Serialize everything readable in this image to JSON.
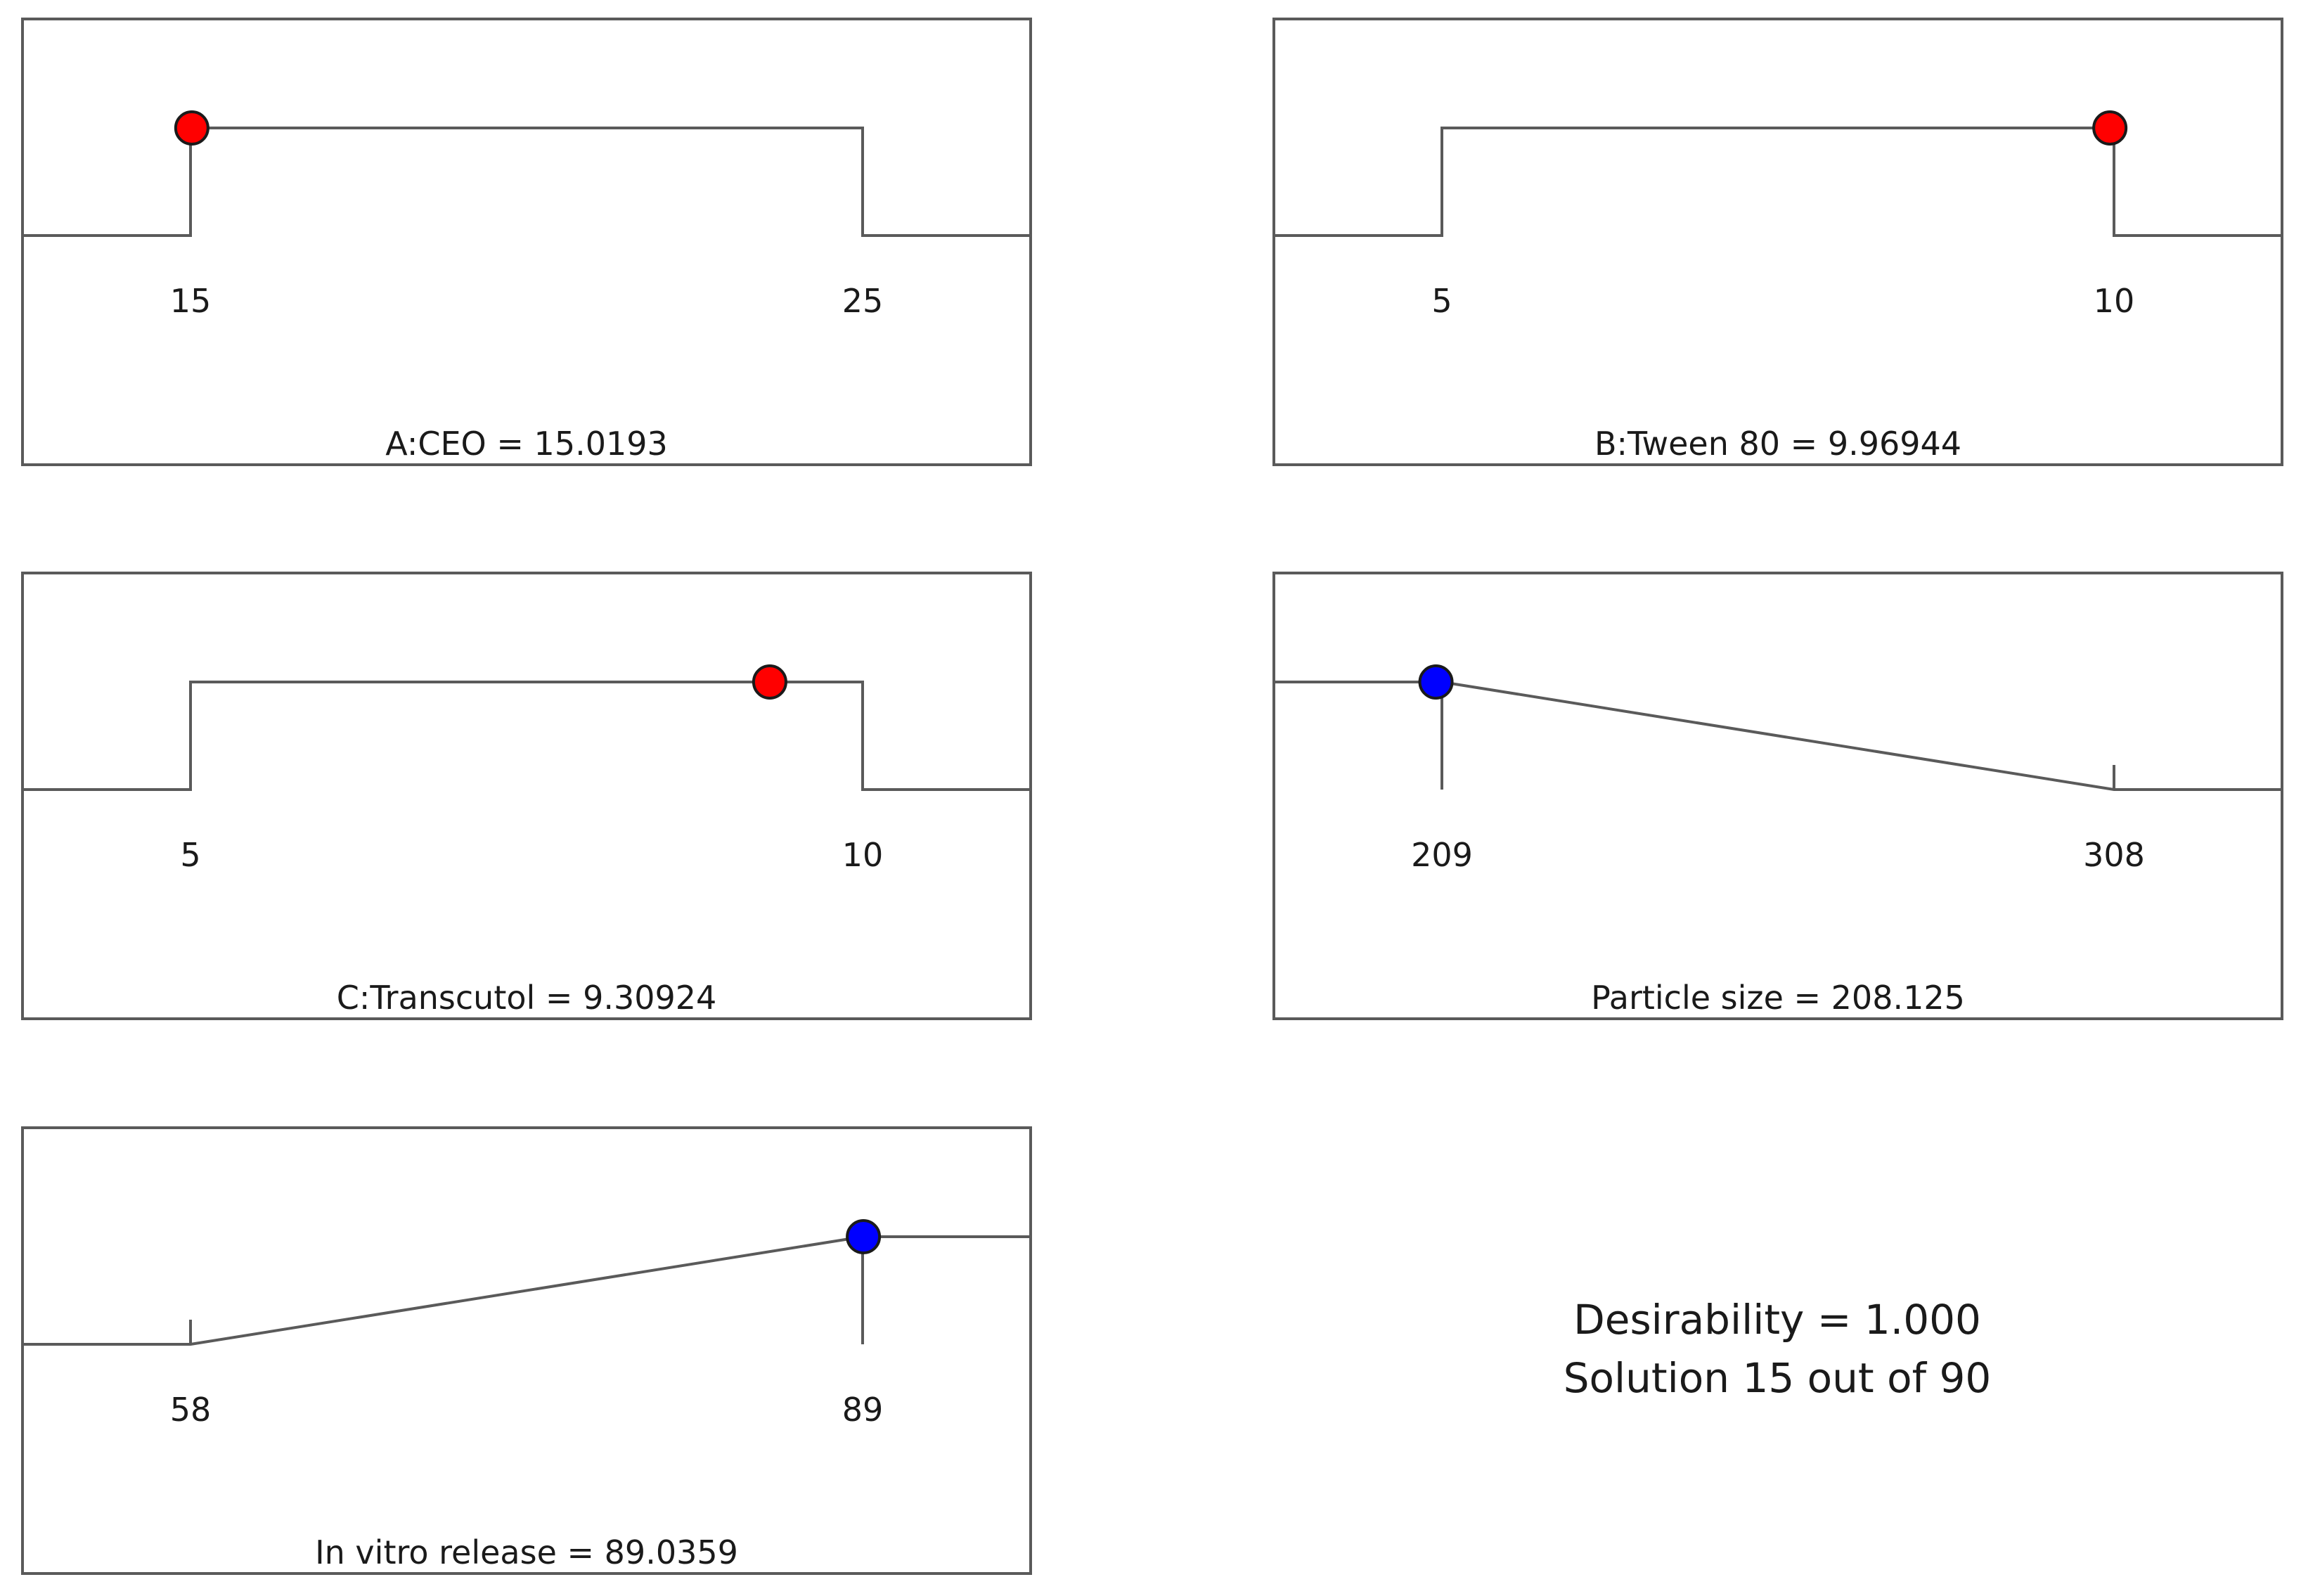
{
  "colors": {
    "factor_marker": "#ff0000",
    "response_marker": "#0000ff",
    "line": "#5a5a5a",
    "text": "#1a1a1a"
  },
  "chart_data": [
    {
      "type": "line",
      "kind": "factor",
      "label": "A:CEO = 15.0193",
      "low_label": "15",
      "high_label": "25",
      "low": 15,
      "high": 25,
      "value": 15.0193,
      "shape": "plateau"
    },
    {
      "type": "line",
      "kind": "factor",
      "label": "B:Tween 80 = 9.96944",
      "low_label": "5",
      "high_label": "10",
      "low": 5,
      "high": 10,
      "value": 9.96944,
      "shape": "plateau"
    },
    {
      "type": "line",
      "kind": "factor",
      "label": "C:Transcutol = 9.30924",
      "low_label": "5",
      "high_label": "10",
      "low": 5,
      "high": 10,
      "value": 9.30924,
      "shape": "plateau"
    },
    {
      "type": "line",
      "kind": "response",
      "label": "Particle size = 208.125",
      "low_label": "209",
      "high_label": "308",
      "low": 209,
      "high": 308,
      "value": 208.125,
      "shape": "minimize"
    },
    {
      "type": "line",
      "kind": "response",
      "label": "In vitro release = 89.0359",
      "low_label": "58",
      "high_label": "89",
      "low": 58,
      "high": 89,
      "value": 89.0359,
      "shape": "maximize"
    }
  ],
  "summary": {
    "desirability": "Desirability = 1.000",
    "solution": "Solution 15 out of 90"
  }
}
